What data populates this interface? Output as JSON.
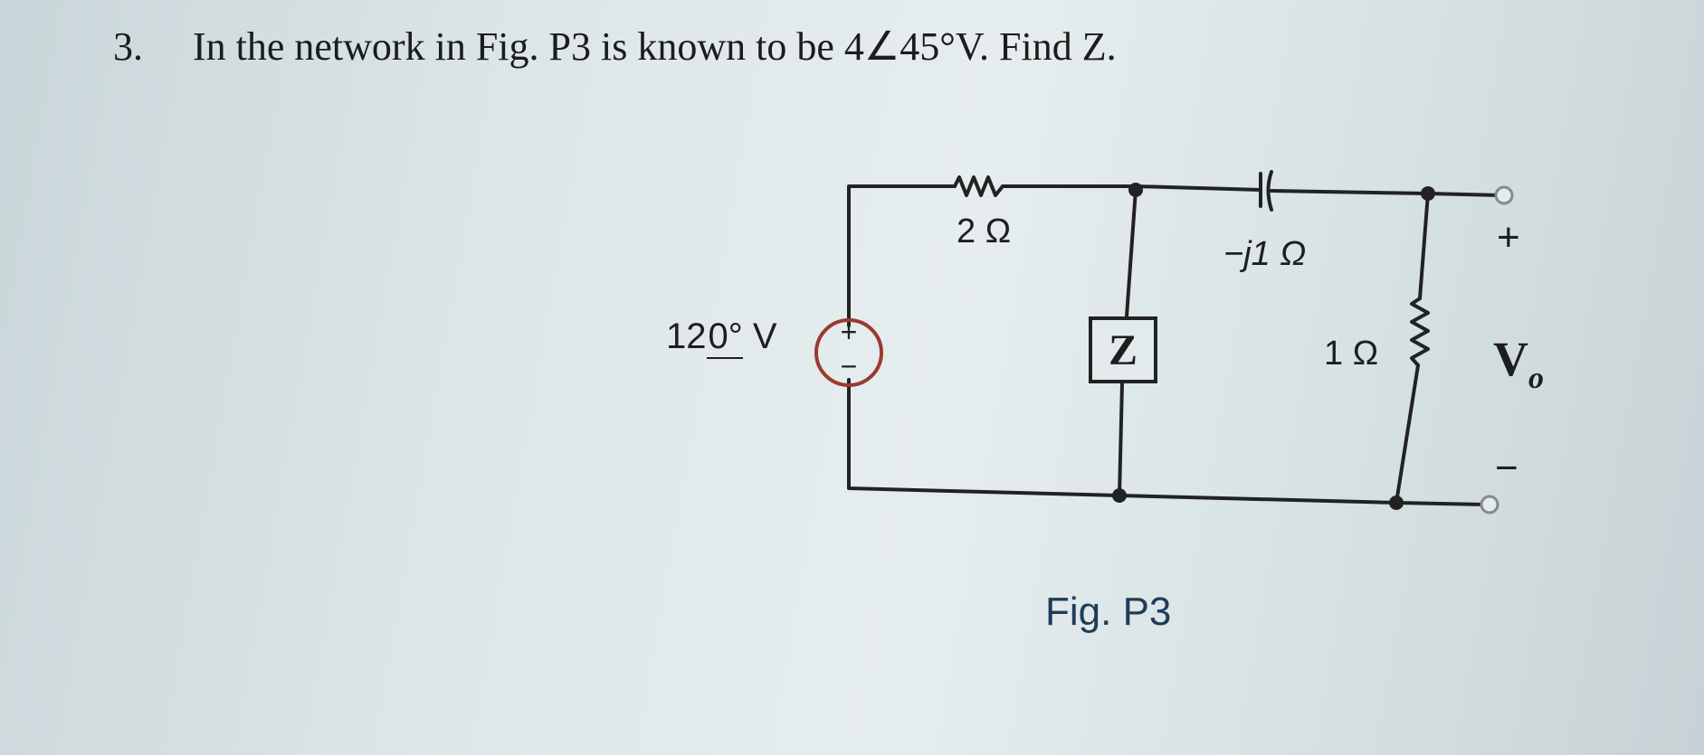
{
  "problem": {
    "number": "3.",
    "text": "In the network in Fig. P3 is known to be 4∠45°V. Find Z."
  },
  "circuit": {
    "source_magnitude": "12",
    "source_angle": "0°",
    "source_unit": "V",
    "source_plus": "+",
    "source_minus": "−",
    "resistor_1_label": "2 Ω",
    "capacitor_label": "−j1 Ω",
    "resistor_2_label": "1 Ω",
    "impedance_label": "Z",
    "output_plus": "+",
    "output_minus": "−",
    "output_label": "V",
    "output_subscript": "o"
  },
  "figure_caption": "Fig. P3",
  "colors": {
    "wire": "#222222",
    "source_circle": "#9a3a2f",
    "caption": "#1f3c57"
  }
}
